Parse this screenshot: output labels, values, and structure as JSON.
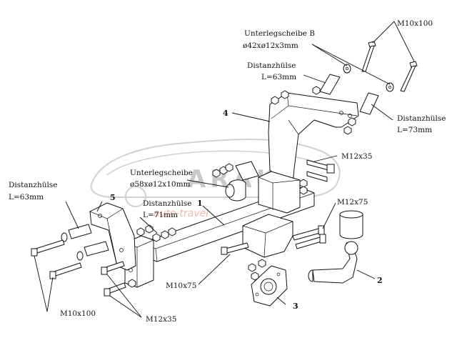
{
  "watermark": {
    "brand": "ARAKA",
    "tagline": "auto-travel",
    "colors": {
      "car_outline": "#d0d0d0",
      "brand_text": "#c9c9c9",
      "tagline_text": "#f2b9a8"
    }
  },
  "labels": {
    "m10x100_top": "M10x100",
    "unterlegscheibe_b": "Unterlegscheibe B",
    "unterlegscheibe_b_dim": "ø42xø12x3mm",
    "distanz_63_top": "Distanzhülse",
    "distanz_63_top_len": "L=63mm",
    "distanz_73": "Distanzhülse",
    "distanz_73_len": "L=73mm",
    "m12x35_top": "M12x35",
    "unterlegscheibe": "Unterlegscheibe",
    "unterlegscheibe_dim": "ø58xø12x10mm",
    "distanz_63_left": "Distanzhülse",
    "distanz_63_left_len": "L=63mm",
    "distanz_71": "Distanzhülse",
    "distanz_71_len": "L=71mm",
    "m12x75": "M12x75",
    "m10x75": "M10x75",
    "m10x100_bottom": "M10x100",
    "m12x35_bottom": "M12x35"
  },
  "part_numbers": {
    "p1": "1",
    "p2": "2",
    "p3": "3",
    "p4": "4",
    "p5": "5"
  },
  "icons": [
    "bolt-icon",
    "washer-icon",
    "nut-icon",
    "spacer-sleeve-icon",
    "tow-ball-icon",
    "socket-plate-icon"
  ]
}
